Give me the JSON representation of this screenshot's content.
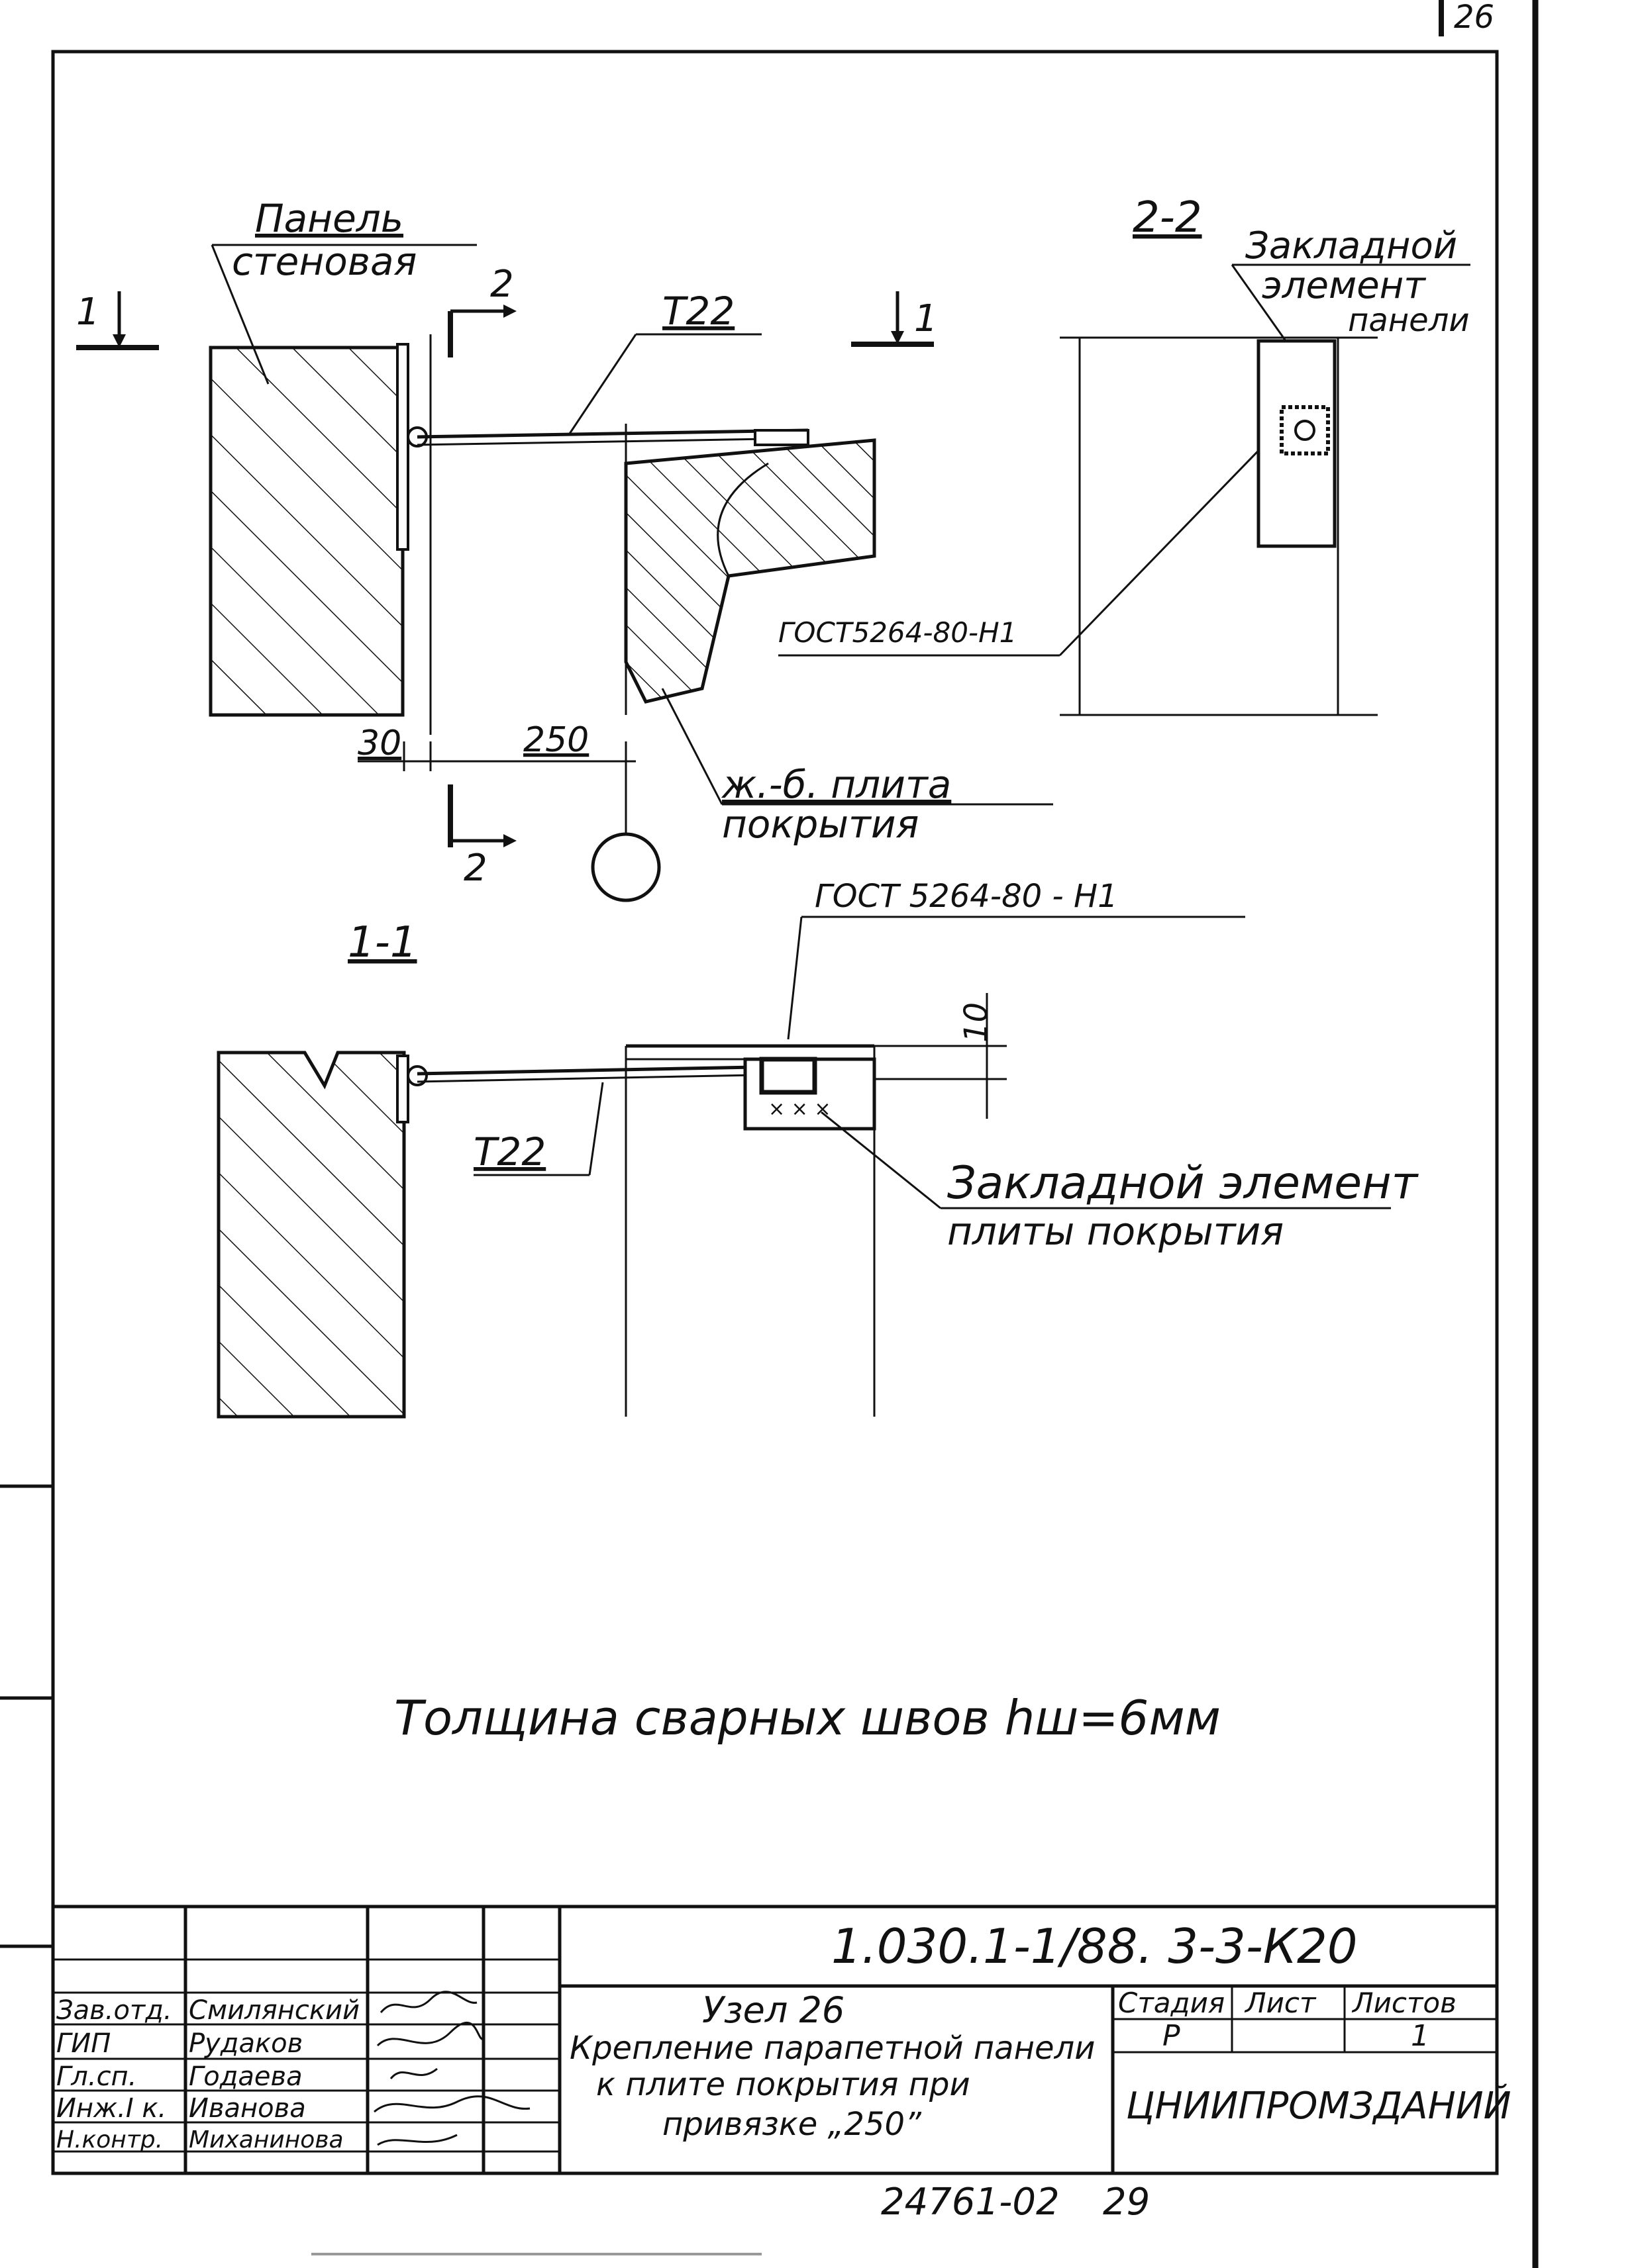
{
  "page_number": "26",
  "section_2_2": {
    "title": "2-2",
    "label_line1": "Закладной",
    "label_line2": "элемент",
    "label_line3": "панели"
  },
  "section_top": {
    "panel_label_line1": "Панель",
    "panel_label_line2": "стеновая",
    "cut_1_left": "1",
    "cut_1_right": "1",
    "cut_2_top": "2",
    "cut_2_bottom": "2",
    "rod_label": "Т22",
    "gost_label": "ГОСТ5264-80-Н1",
    "dim_30": "30",
    "dim_250": "250",
    "slab_label_line1": "ж.-б. плита",
    "slab_label_line2": "покрытия"
  },
  "section_1_1": {
    "title": "1-1",
    "gost_label": "ГОСТ 5264-80 - Н1",
    "dim_10": "10",
    "rod_label": "Т22",
    "embed_label_line1": "Закладной элемент",
    "embed_label_line2": "плиты покрытия"
  },
  "weld_note": "Толщина сварных швов hш=6мм",
  "title_block": {
    "doc_code": "1.030.1-1/88. 3-3-К20",
    "title_line1": "Узел 26",
    "title_line2": "Крепление парапетной панели",
    "title_line3": "к плите покрытия при",
    "title_line4": "привязке „250”",
    "stage_header": "Стадия",
    "sheet_header": "Лист",
    "sheets_header": "Листов",
    "stage_value": "Р",
    "sheet_value": "",
    "sheets_value": "1",
    "organization": "ЦНИИПРОМЗДАНИЙ",
    "signatures": [
      {
        "role": "Зав.отд.",
        "name": "Смилянский"
      },
      {
        "role": "ГИП",
        "name": "Рудаков"
      },
      {
        "role": "Гл.сп.",
        "name": "Годаева"
      },
      {
        "role": "Инж.I к.",
        "name": "Иванова"
      },
      {
        "role": "Н.контр.",
        "name": "Миханинова"
      }
    ],
    "archive_number": "24761-02",
    "archive_page": "29"
  }
}
